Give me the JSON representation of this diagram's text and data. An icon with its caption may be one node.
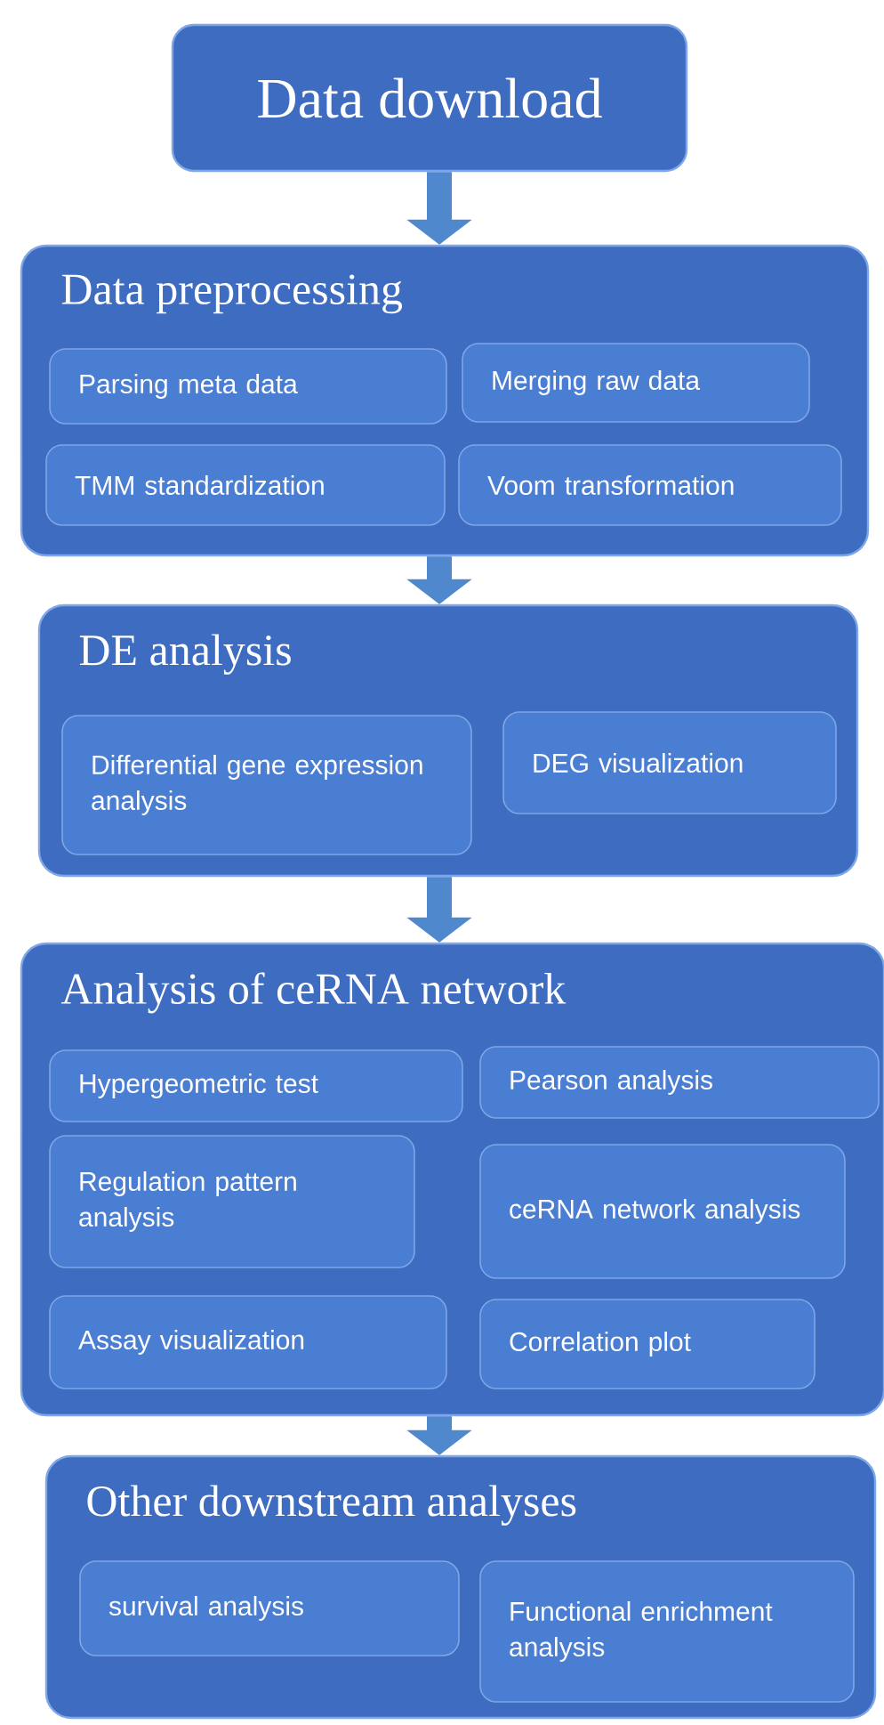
{
  "diagram": {
    "nodes": [
      {
        "text": [
          "Data download"
        ]
      },
      {
        "text": [
          "Data preprocessing"
        ]
      },
      {
        "text": [
          "Parsing meta data"
        ],
        "in": 1
      },
      {
        "text": [
          "Merging raw data"
        ],
        "in": 1
      },
      {
        "text": [
          "TMM standardization"
        ],
        "in": 1
      },
      {
        "text": [
          "Voom transformation"
        ],
        "in": 1
      },
      {
        "text": [
          "DE analysis"
        ]
      },
      {
        "text": [
          "Differential gene expression analysis"
        ],
        "in": 6
      },
      {
        "text": [
          "DEG visualization"
        ],
        "in": 6
      },
      {
        "text": [
          "Analysis of ceRNA network"
        ]
      },
      {
        "text": [
          "Hypergeometric test"
        ],
        "in": 9
      },
      {
        "text": [
          "Pearson analysis"
        ],
        "in": 9
      },
      {
        "text": [
          "Regulation pattern analysis"
        ],
        "in": 9
      },
      {
        "text": [
          "ceRNA network analysis"
        ],
        "in": 9
      },
      {
        "text": [
          "Assay visualization"
        ],
        "in": 9
      },
      {
        "text": [
          "Correlation plot"
        ],
        "in": 9
      },
      {
        "text": [
          "Other downstream analyses"
        ]
      },
      {
        "text": [
          "survival analysis"
        ],
        "in": 16
      },
      {
        "text": [
          "Functional enrichment analysis"
        ],
        "in": 16
      }
    ],
    "edges": [
      {
        "from": 0,
        "to": 1,
        "arrow": "to"
      },
      {
        "from": 1,
        "to": 6,
        "arrow": "to"
      },
      {
        "from": 6,
        "to": 9,
        "arrow": "to"
      },
      {
        "from": 9,
        "to": 16,
        "arrow": "to"
      }
    ]
  }
}
